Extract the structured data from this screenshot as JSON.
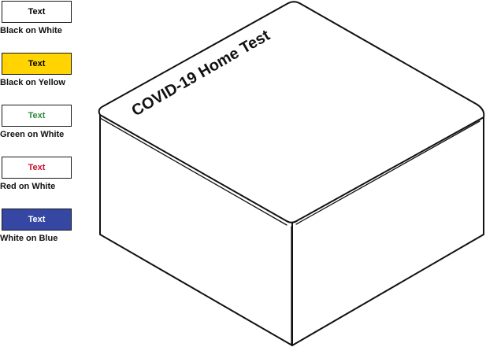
{
  "swatches": [
    {
      "text": "Text",
      "caption": "Black on White",
      "text_color": "#000000",
      "bg_color": "#ffffff"
    },
    {
      "text": "Text",
      "caption": "Black on Yellow",
      "text_color": "#000000",
      "bg_color": "#ffd400"
    },
    {
      "text": "Text",
      "caption": "Green on White",
      "text_color": "#2e8b3a",
      "bg_color": "#ffffff"
    },
    {
      "text": "Text",
      "caption": "Red on White",
      "text_color": "#c8102e",
      "bg_color": "#ffffff"
    },
    {
      "text": "Text",
      "caption": "White on Blue",
      "text_color": "#ffffff",
      "bg_color": "#3547a3"
    }
  ],
  "box": {
    "label": "COVID-19 Home Test",
    "outline_color": "#111111",
    "fill_color": "#ffffff"
  }
}
